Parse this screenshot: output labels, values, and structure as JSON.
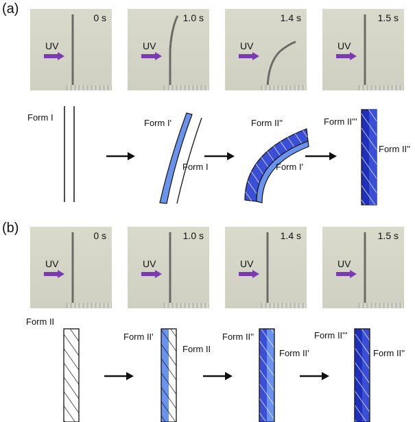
{
  "panel_a": {
    "label": "(a)",
    "photos": [
      {
        "time": "0 s",
        "uv": "UV"
      },
      {
        "time": "1.0 s",
        "uv": "UV"
      },
      {
        "time": "1.4 s",
        "uv": "UV"
      },
      {
        "time": "1.5 s",
        "uv": "UV"
      }
    ],
    "schematic": {
      "stage1": {
        "label": "Form I"
      },
      "stage2": {
        "top_label": "Form I'",
        "bottom_label": "Form I"
      },
      "stage3": {
        "top_label": "Form II''",
        "bottom_label": "Form I'"
      },
      "stage4": {
        "top_label": "Form II'''",
        "side_label": "Form II''"
      }
    }
  },
  "panel_b": {
    "label": "(b)",
    "photos": [
      {
        "time": "0 s",
        "uv": "UV"
      },
      {
        "time": "1.0 s",
        "uv": "UV"
      },
      {
        "time": "1.4 s",
        "uv": "UV"
      },
      {
        "time": "1.5 s",
        "uv": "UV"
      }
    ],
    "schematic": {
      "stage1": {
        "label": "Form II"
      },
      "stage2": {
        "top_label": "Form II'",
        "side_label": "Form II"
      },
      "stage3": {
        "top_label": "Form II''",
        "side_label": "Form II'"
      },
      "stage4": {
        "top_label": "Form II'''",
        "side_label": "Form II''"
      }
    }
  },
  "colors": {
    "uv_arrow": "#7b3bb0",
    "light_blue": "#6a93ec",
    "mid_blue": "#3b4fd6",
    "dark_blue": "#1f2fb8"
  }
}
